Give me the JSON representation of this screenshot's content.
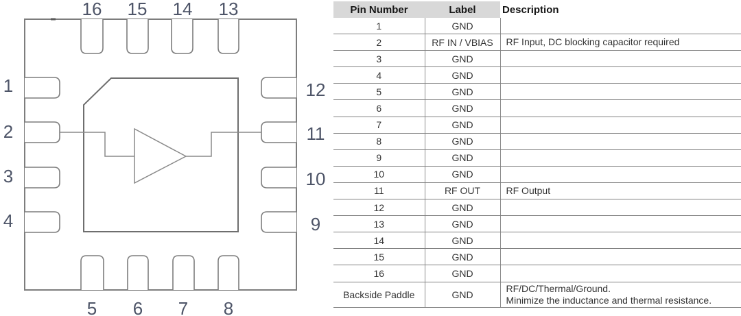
{
  "diagram": {
    "title": "16-pin QFN package pinout with internal amplifier symbol",
    "pin_labels": {
      "top": [
        "16",
        "15",
        "14",
        "13"
      ],
      "bottom": [
        "5",
        "6",
        "7",
        "8"
      ],
      "left": [
        "1",
        "2",
        "3",
        "4"
      ],
      "right": [
        "12",
        "11",
        "10",
        "9"
      ]
    },
    "symbol": "amplifier-triangle",
    "colors": {
      "outline": "#7d7d7d",
      "die_outline": "#6e6e6e",
      "pin_number_text": "#4e5568"
    }
  },
  "table": {
    "headers": {
      "pin": "Pin Number",
      "label": "Label",
      "description": "Description"
    },
    "colors": {
      "header_bg": "#d8d8d8",
      "row_border": "#808080",
      "column_border": "#8c8c8c",
      "text": "#333333"
    },
    "rows": [
      {
        "pin": "1",
        "label": "GND",
        "description": ""
      },
      {
        "pin": "2",
        "label": "RF IN / VBIAS",
        "description": "RF Input, DC blocking capacitor required"
      },
      {
        "pin": "3",
        "label": "GND",
        "description": ""
      },
      {
        "pin": "4",
        "label": "GND",
        "description": ""
      },
      {
        "pin": "5",
        "label": "GND",
        "description": ""
      },
      {
        "pin": "6",
        "label": "GND",
        "description": ""
      },
      {
        "pin": "7",
        "label": "GND",
        "description": ""
      },
      {
        "pin": "8",
        "label": "GND",
        "description": ""
      },
      {
        "pin": "9",
        "label": "GND",
        "description": ""
      },
      {
        "pin": "10",
        "label": "GND",
        "description": ""
      },
      {
        "pin": "11",
        "label": "RF OUT",
        "description": "RF Output"
      },
      {
        "pin": "12",
        "label": "GND",
        "description": ""
      },
      {
        "pin": "13",
        "label": "GND",
        "description": ""
      },
      {
        "pin": "14",
        "label": "GND",
        "description": ""
      },
      {
        "pin": "15",
        "label": "GND",
        "description": ""
      },
      {
        "pin": "16",
        "label": "GND",
        "description": ""
      },
      {
        "pin": "Backside Paddle",
        "label": "GND",
        "description": "RF/DC/Thermal/Ground.\nMinimize the inductance and thermal resistance."
      }
    ]
  }
}
